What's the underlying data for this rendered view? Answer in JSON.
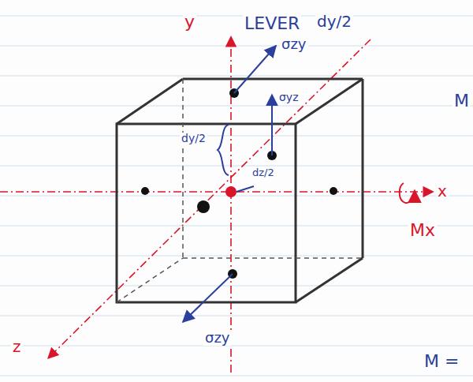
{
  "diagram": {
    "labels": [
      "y",
      "LEVER",
      "dy/2",
      "σzy",
      "σyz",
      "dy/2",
      "dz/2",
      "x",
      "Mx",
      "M",
      "σzy",
      "z",
      "M ="
    ]
  }
}
